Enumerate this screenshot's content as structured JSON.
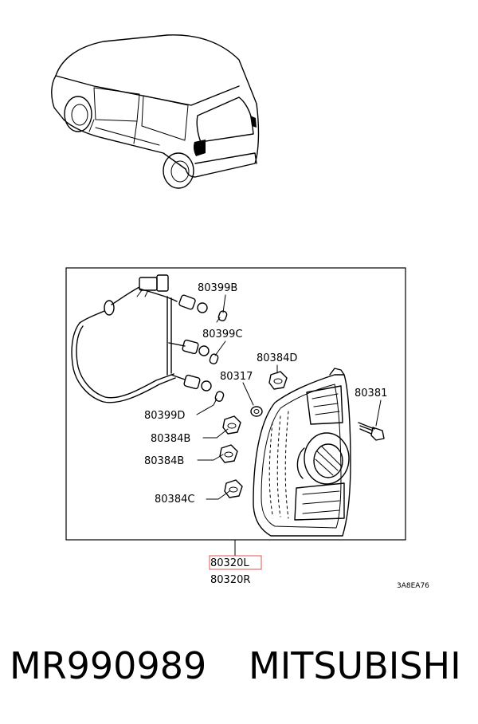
{
  "callouts": {
    "c80399B": "80399B",
    "c80399C": "80399C",
    "c80384D": "80384D",
    "c80317": "80317",
    "c80381": "80381",
    "c80399D": "80399D",
    "c80384B_1": "80384B",
    "c80384B_2": "80384B",
    "c80384C": "80384C",
    "c80320L": "80320L",
    "c80320R": "80320R"
  },
  "diagram_code": "3A8EA76",
  "footer": {
    "part_number": "MR990989",
    "brand": "MITSUBISHI"
  },
  "colors": {
    "highlight": "#e05050"
  }
}
